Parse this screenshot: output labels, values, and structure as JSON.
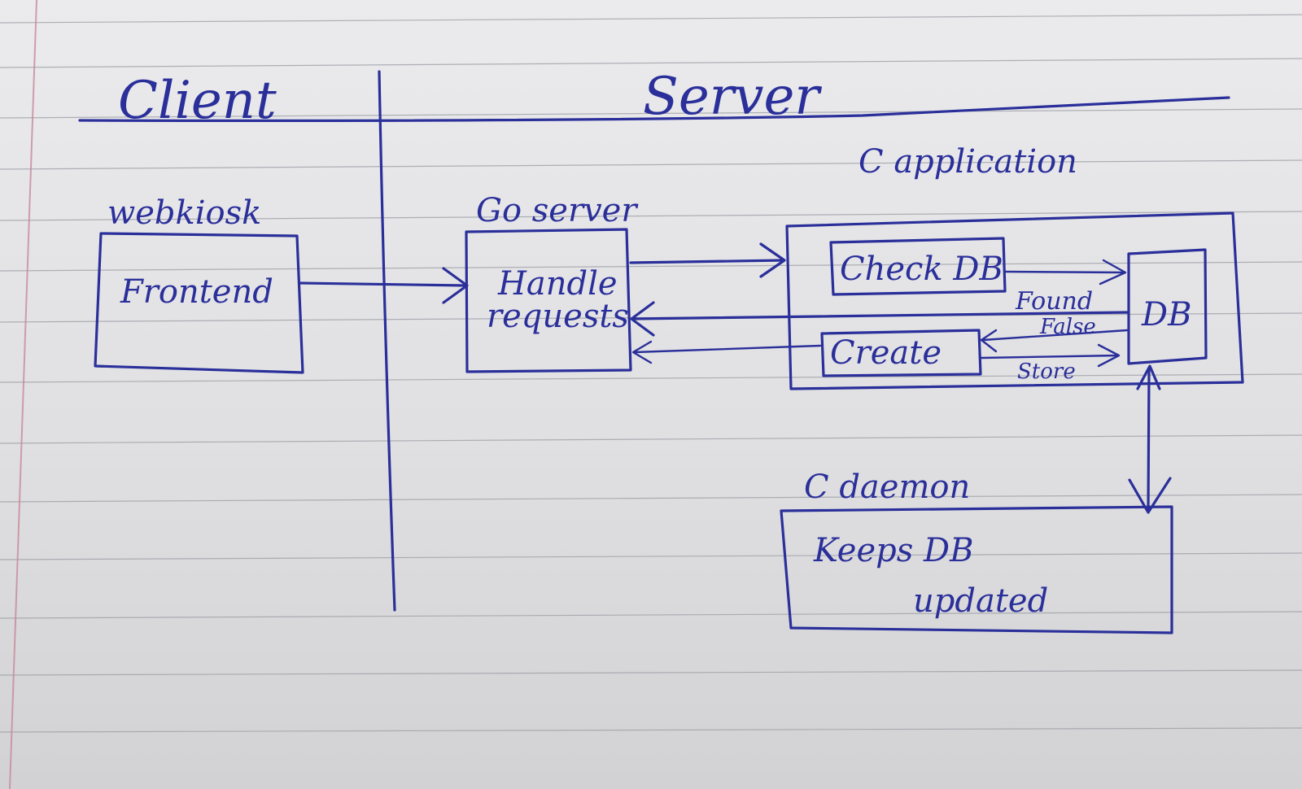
{
  "sections": {
    "client": "Client",
    "server": "Server"
  },
  "labels": {
    "webkiosk": "webkiosk",
    "go_server": "Go server",
    "c_application": "C application",
    "c_daemon": "C daemon"
  },
  "boxes": {
    "frontend": "Frontend",
    "handle_requests_line1": "Handle",
    "handle_requests_line2": "requests",
    "check_db": "Check DB",
    "create": "Create",
    "db": "DB",
    "keeps_db_line1": "Keeps DB",
    "keeps_db_line2": "updated"
  },
  "arrow_labels": {
    "found": "Found",
    "false": "False",
    "store": "Store"
  },
  "colors": {
    "ink": "#2a2f9a",
    "paper": "#e6e6e8",
    "ruled_line": "#9a9ca4"
  }
}
